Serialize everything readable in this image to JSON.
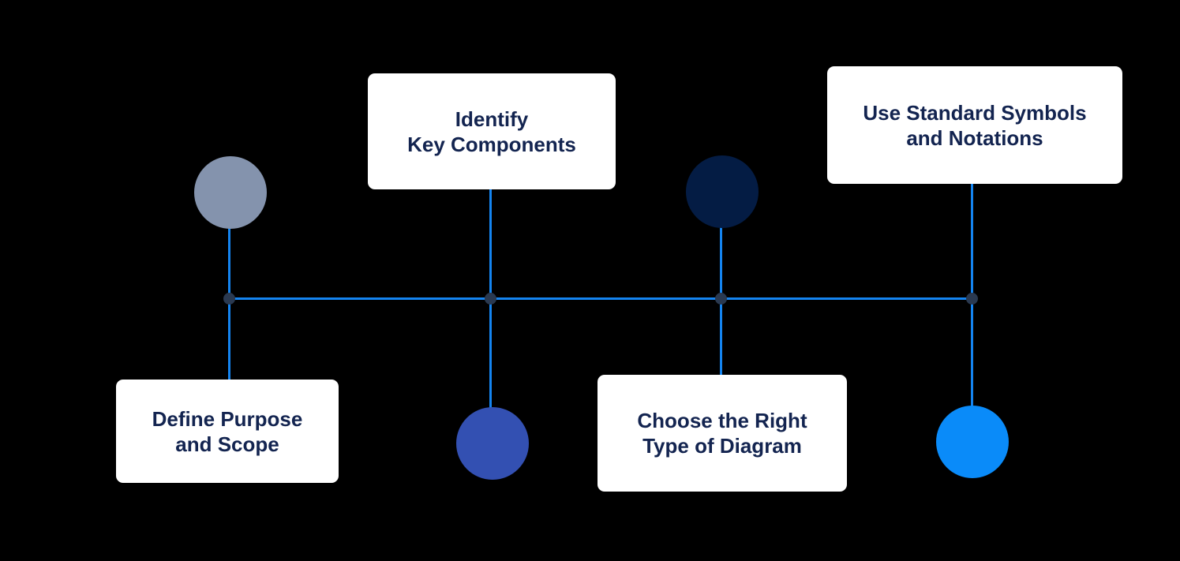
{
  "canvas": {
    "background": "#000000"
  },
  "connector": {
    "line_color": "#1484f0",
    "junction_dot_color": "#2a3950"
  },
  "card_style": {
    "background": "#ffffff",
    "text_color": "#132450"
  },
  "steps": [
    {
      "label": "Define Purpose\nand Scope",
      "circle_color": "#8493ad",
      "layout": "circle-above-card-below"
    },
    {
      "label": "Identify\nKey Components",
      "circle_color": "#3350b2",
      "layout": "card-above-circle-below"
    },
    {
      "label": "Choose the Right\nType of Diagram",
      "circle_color": "#041c44",
      "layout": "circle-above-card-below"
    },
    {
      "label": "Use Standard Symbols\nand Notations",
      "circle_color": "#0a8bf9",
      "layout": "card-above-circle-below"
    }
  ]
}
